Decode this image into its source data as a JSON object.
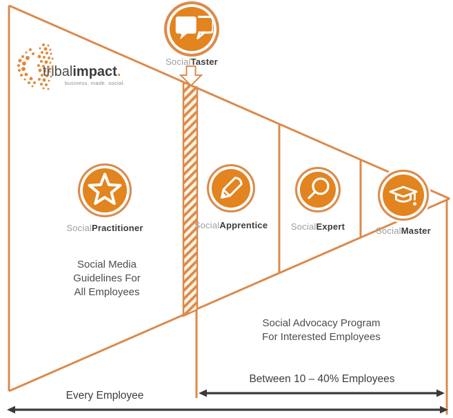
{
  "logo": {
    "brand_light": "tribal",
    "brand_bold": "impact",
    "brand_dot": ".",
    "tagline": "business. made. social."
  },
  "stages": [
    {
      "prefix": "Social",
      "name": "Taster",
      "icon": "chat-bubbles"
    },
    {
      "prefix": "Social",
      "name": "Practitioner",
      "icon": "star"
    },
    {
      "prefix": "Social",
      "name": "Apprentice",
      "icon": "pencil"
    },
    {
      "prefix": "Social",
      "name": "Expert",
      "icon": "magnifier"
    },
    {
      "prefix": "Social",
      "name": "Master",
      "icon": "graduation-cap"
    }
  ],
  "notes": {
    "guidelines_line1": "Social Media",
    "guidelines_line2": "Guidelines For",
    "guidelines_line3": "All Employees",
    "advocacy_line1": "Social Advocacy Program",
    "advocacy_line2": "For Interested Employees"
  },
  "measures": {
    "interested_range": "Between 10 – 40% Employees",
    "everyone": "Every Employee"
  },
  "colors": {
    "orange_line": "#DB8A4C",
    "orange_fill": "#E2841F",
    "dark_text": "#3C3C3B",
    "gray_text": "#9E9D9C",
    "arrow_dark": "#3A3A3A",
    "hatch_background": "#FCF4E3"
  }
}
